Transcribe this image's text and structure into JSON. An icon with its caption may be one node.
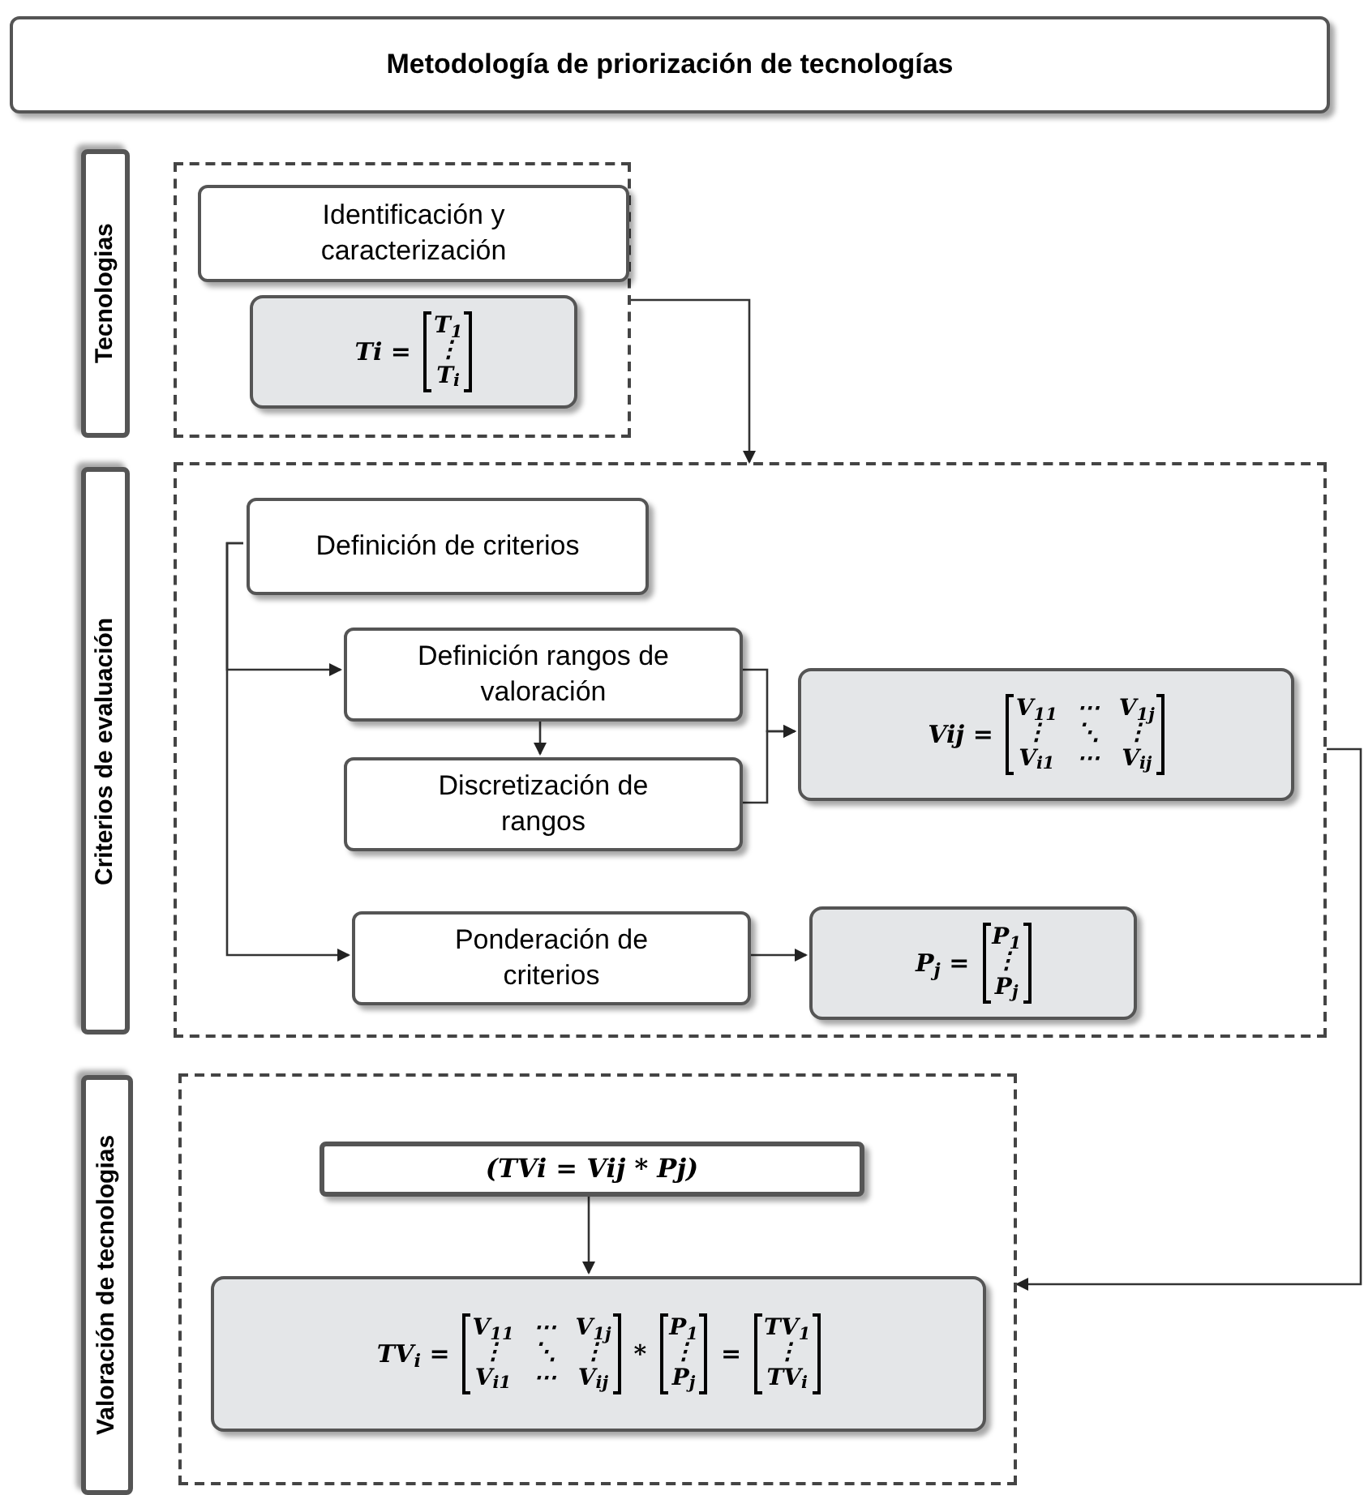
{
  "diagram": {
    "nodes": [
      {
        "text": [
          "Metodología de priorización de tecnologías"
        ]
      },
      {
        "text": [
          "Tecnologias"
        ]
      },
      {
        "text": [],
        "shape": "box"
      },
      {
        "text": [
          "Identificación y caracterización"
        ],
        "in": 2
      },
      {
        "text": [
          "Ti =",
          "T$_{1}$",
          "⋮",
          "T$_{i}$"
        ],
        "in": 2
      },
      {
        "text": [
          "Criterios de evaluación"
        ]
      },
      {
        "text": [],
        "shape": "box"
      },
      {
        "text": [
          "Definición de criterios"
        ],
        "in": 6
      },
      {
        "text": [
          "Definición rangos de valoración"
        ],
        "in": 6
      },
      {
        "text": [
          "Discretización de rangos"
        ],
        "in": 6
      },
      {
        "text": [
          "Vij =",
          "V$_{11}$",
          "⋯",
          "V$_{1j}$",
          "⋮",
          "⋱",
          "⋮",
          "V$_{i1}$",
          "⋯",
          "V$_{ij}$"
        ],
        "in": 6
      },
      {
        "text": [
          "Ponderación de criterios"
        ],
        "in": 6
      },
      {
        "text": [
          "P$_{j}$ =",
          "P$_{1}$",
          "⋮",
          "P$_{j}$"
        ],
        "in": 6
      },
      {
        "text": [
          "Valoración de tecnologias"
        ]
      },
      {
        "text": [],
        "shape": "box"
      },
      {
        "text": [
          "(TVi = Vij * Pj)"
        ],
        "in": 14
      },
      {
        "text": [
          "TV$_{i}$ =",
          "V$_{11}$",
          "⋯",
          "V$_{1j}$",
          "⋮",
          "⋱",
          "⋮",
          "V$_{i1}$",
          "⋯",
          "V$_{ij}$",
          "*",
          "P$_{1}$",
          "⋮",
          "P$_{j}$",
          "=",
          "TV$_{1}$",
          "⋮",
          "TV$_{i}$"
        ],
        "in": 14
      }
    ],
    "edges": [
      {
        "from": 2,
        "to": 6,
        "arrow": "to"
      },
      {
        "from": 7,
        "to": 8,
        "arrow": "to"
      },
      {
        "from": 7,
        "to": 11,
        "arrow": "to"
      },
      {
        "from": 8,
        "to": 9,
        "arrow": "to"
      },
      {
        "from": 8,
        "to": 10,
        "arrow": "to"
      },
      {
        "from": 9,
        "to": 10,
        "arrow": "to"
      },
      {
        "from": 11,
        "to": 12,
        "arrow": "to"
      },
      {
        "from": 6,
        "to": 14,
        "arrow": "to"
      },
      {
        "from": 15,
        "to": 16,
        "arrow": "to"
      }
    ]
  }
}
